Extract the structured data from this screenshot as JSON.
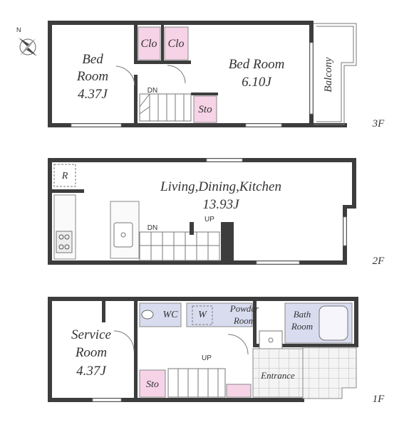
{
  "compass": {
    "label": "N"
  },
  "floors": [
    {
      "floor_label": "3F",
      "rooms": [
        {
          "key": "bed1",
          "line1": "Bed",
          "line2": "Room",
          "area": "4.37J"
        },
        {
          "key": "bed2",
          "line1": "Bed Room",
          "area": "6.10J"
        }
      ],
      "closets": [
        "Clo",
        "Clo"
      ],
      "storage": "Sto",
      "balcony": "Balcony",
      "stair": "DN"
    },
    {
      "floor_label": "2F",
      "rooms": [
        {
          "key": "ldk",
          "line1": "Living,Dining,Kitchen",
          "area": "13.93J"
        }
      ],
      "fridge": "R",
      "stair_dn": "DN",
      "stair_up": "UP"
    },
    {
      "floor_label": "1F",
      "rooms": [
        {
          "key": "service",
          "line1": "Service",
          "line2": "Room",
          "area": "4.37J"
        }
      ],
      "wc": "WC",
      "washer": "W",
      "powder_line1": "Powder",
      "powder_line2": "Room",
      "bath_line1": "Bath",
      "bath_line2": "Room",
      "entrance": "Entrance",
      "storage": "Sto",
      "stair_up": "UP"
    }
  ]
}
